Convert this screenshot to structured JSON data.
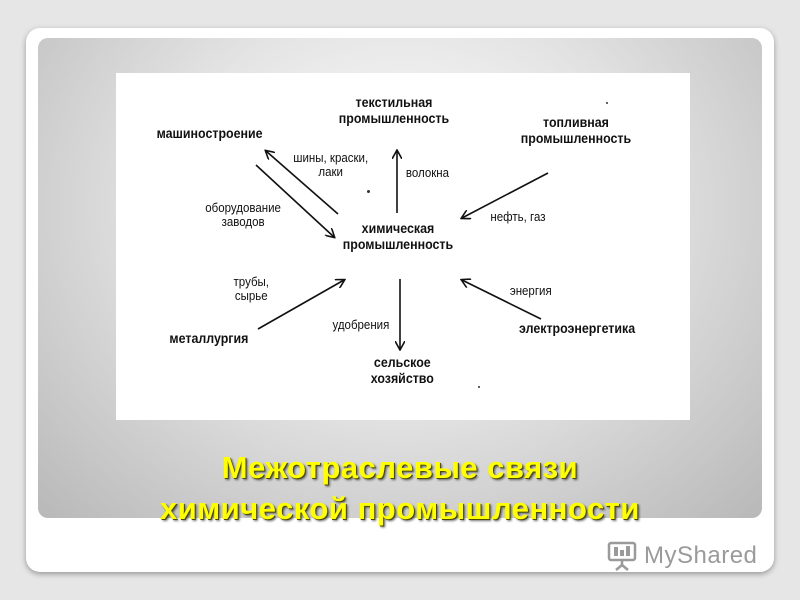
{
  "diagram": {
    "center": {
      "line1": "химическая",
      "line2": "промышленность"
    },
    "nodes": {
      "textile": {
        "line1": "текстильная",
        "line2": "промышленность"
      },
      "machine": {
        "line1": "машиностроение"
      },
      "fuel": {
        "line1": "топливная",
        "line2": "промышленность"
      },
      "metallurgy": {
        "line1": "металлургия"
      },
      "agriculture": {
        "line1": "сельское",
        "line2": "хозяйство"
      },
      "power": {
        "line1": "электроэнергетика"
      }
    },
    "edge_labels": {
      "tires": {
        "line1": "шины, краски,",
        "line2": "лаки"
      },
      "equipment": {
        "line1": "оборудование",
        "line2": "заводов"
      },
      "fibers": {
        "line1": "волокна"
      },
      "oil_gas": {
        "line1": "нефть, газ"
      },
      "pipes": {
        "line1": "трубы,",
        "line2": "сырье"
      },
      "fertilizers": {
        "line1": "удобрения"
      },
      "energy": {
        "line1": "энергия"
      }
    }
  },
  "slide_title": {
    "line1": "Межотраслевые  связи",
    "line2": "химической промышленности"
  },
  "watermark": {
    "text": "MyShared",
    "icon": "presentation-board-icon"
  },
  "colors": {
    "title": "#ffff00",
    "diagram_ink": "#111111",
    "watermark": "#9a9a9a"
  }
}
